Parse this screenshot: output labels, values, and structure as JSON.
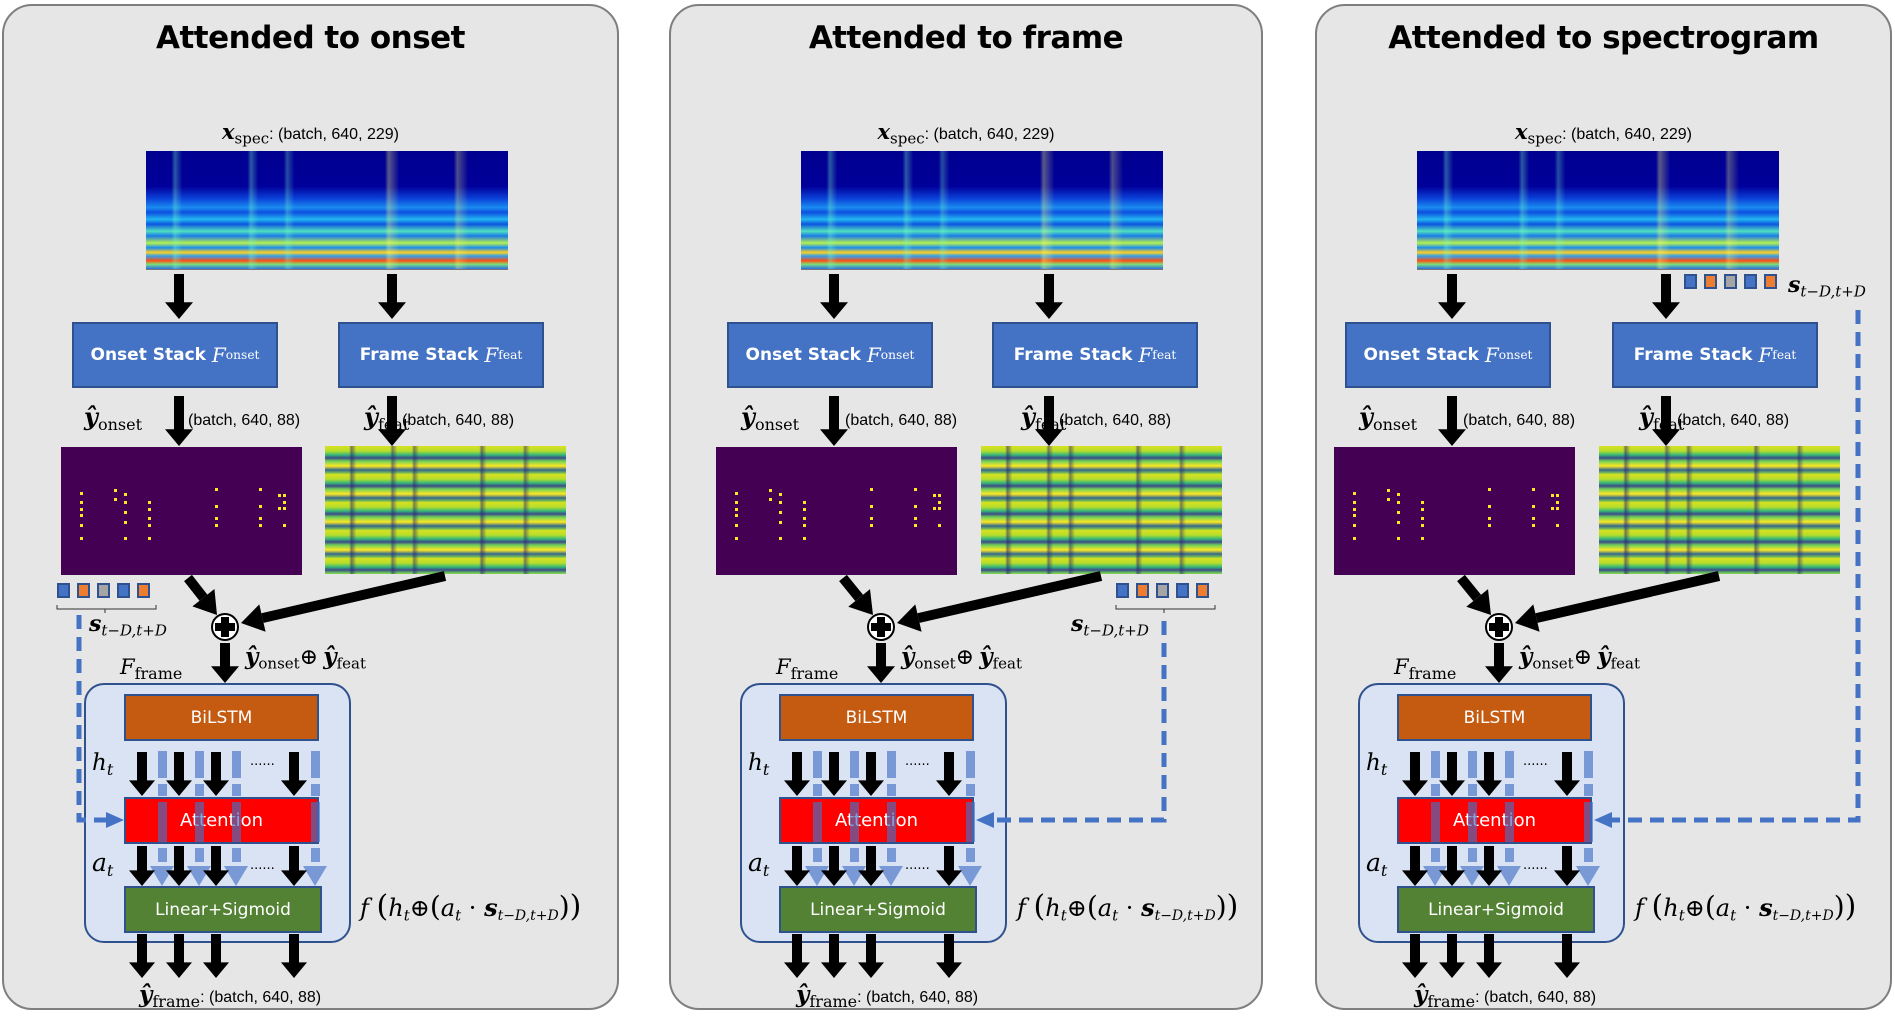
{
  "figure": {
    "panels": [
      {
        "id": "onset",
        "title": "Attended to onset",
        "input_label": {
          "symbol": "x",
          "subscript": "spec",
          "shape": "(batch, 640, 229)"
        },
        "onset_stack": {
          "label": "Onset Stack",
          "symbol": "F",
          "subscript": "onset"
        },
        "frame_stack": {
          "label": "Frame Stack",
          "symbol": "F",
          "subscript": "feat"
        },
        "onset_output": {
          "symbol": "ŷ",
          "subscript": "onset",
          "shape": "(batch, 640,  88)"
        },
        "feat_output": {
          "symbol": "ŷ",
          "subscript": "feat",
          "shape": "(batch, 640,  88)"
        },
        "concat_label": {
          "a": "ŷ",
          "a_sub": "onset",
          "op": "⊕",
          "b": "ŷ",
          "b_sub": "feat"
        },
        "frame_model_label": {
          "symbol": "F",
          "subscript": "frame"
        },
        "context_label": {
          "symbol": "s",
          "subscript": "t−D,t+D"
        },
        "context_source": "onset",
        "bilstm": "BiLSTM",
        "attention": "Attention",
        "linear": "Linear+Sigmoid",
        "h_label": {
          "symbol": "h",
          "subscript": "t"
        },
        "a_label": {
          "symbol": "a",
          "subscript": "t"
        },
        "ellipsis": "......",
        "formula": "f (h_t⊕(a_t · s_{t−D,t+D}))",
        "formula_parts": {
          "f": "f",
          "h": "h",
          "h_sub": "t",
          "op": "⊕",
          "a": "a",
          "a_sub": "t",
          "dot": "·",
          "s": "s",
          "s_sub": "t−D,t+D"
        },
        "output_label": {
          "symbol": "ŷ",
          "subscript": "frame",
          "shape": "(batch, 640, 88)"
        }
      },
      {
        "id": "frame",
        "title": "Attended to frame",
        "input_label": {
          "symbol": "x",
          "subscript": "spec",
          "shape": "(batch, 640, 229)"
        },
        "onset_stack": {
          "label": "Onset Stack",
          "symbol": "F",
          "subscript": "onset"
        },
        "frame_stack": {
          "label": "Frame Stack",
          "symbol": "F",
          "subscript": "feat"
        },
        "onset_output": {
          "symbol": "ŷ",
          "subscript": "onset",
          "shape": "(batch, 640,  88)"
        },
        "feat_output": {
          "symbol": "ŷ",
          "subscript": "feat",
          "shape": "(batch, 640,  88)"
        },
        "concat_label": {
          "a": "ŷ",
          "a_sub": "onset",
          "op": "⊕",
          "b": "ŷ",
          "b_sub": "feat"
        },
        "frame_model_label": {
          "symbol": "F",
          "subscript": "frame"
        },
        "context_label": {
          "symbol": "s",
          "subscript": "t−D,t+D"
        },
        "context_source": "frame",
        "bilstm": "BiLSTM",
        "attention": "Attention",
        "linear": "Linear+Sigmoid",
        "h_label": {
          "symbol": "h",
          "subscript": "t"
        },
        "a_label": {
          "symbol": "a",
          "subscript": "t"
        },
        "ellipsis": "......",
        "formula": "f (h_t⊕(a_t · s_{t−D,t+D}))",
        "formula_parts": {
          "f": "f",
          "h": "h",
          "h_sub": "t",
          "op": "⊕",
          "a": "a",
          "a_sub": "t",
          "dot": "·",
          "s": "s",
          "s_sub": "t−D,t+D"
        },
        "output_label": {
          "symbol": "ŷ",
          "subscript": "frame",
          "shape": "(batch, 640, 88)"
        }
      },
      {
        "id": "spectrogram",
        "title": "Attended to spectrogram",
        "input_label": {
          "symbol": "x",
          "subscript": "spec",
          "shape": "(batch, 640, 229)"
        },
        "onset_stack": {
          "label": "Onset Stack",
          "symbol": "F",
          "subscript": "onset"
        },
        "frame_stack": {
          "label": "Frame Stack",
          "symbol": "F",
          "subscript": "feat"
        },
        "onset_output": {
          "symbol": "ŷ",
          "subscript": "onset",
          "shape": "(batch, 640,  88)"
        },
        "feat_output": {
          "symbol": "ŷ",
          "subscript": "feat",
          "shape": "(batch, 640,  88)"
        },
        "concat_label": {
          "a": "ŷ",
          "a_sub": "onset",
          "op": "⊕",
          "b": "ŷ",
          "b_sub": "feat"
        },
        "frame_model_label": {
          "symbol": "F",
          "subscript": "frame"
        },
        "context_label": {
          "symbol": "s",
          "subscript": "t−D,t+D"
        },
        "context_source": "spectrogram",
        "bilstm": "BiLSTM",
        "attention": "Attention",
        "linear": "Linear+Sigmoid",
        "h_label": {
          "symbol": "h",
          "subscript": "t"
        },
        "a_label": {
          "symbol": "a",
          "subscript": "t"
        },
        "ellipsis": "......",
        "formula": "f (h_t⊕(a_t · s_{t−D,t+D}))",
        "formula_parts": {
          "f": "f",
          "h": "h",
          "h_sub": "t",
          "op": "⊕",
          "a": "a",
          "a_sub": "t",
          "dot": "·",
          "s": "s",
          "s_sub": "t−D,t+D"
        },
        "output_label": {
          "symbol": "ŷ",
          "subscript": "frame",
          "shape": "(batch, 640, 88)"
        }
      }
    ],
    "colors": {
      "panel_bg": "#e6e6e6",
      "stack_box": "#4472c4",
      "bilstm_box": "#c55a11",
      "attention_box": "#ff0000",
      "linear_box": "#548235",
      "frame_container": "#dae3f3",
      "context_blue": "#4472c4",
      "context_orange": "#ed7d31",
      "context_gray": "#a5a5a5",
      "onset_bg": "#440154"
    },
    "context_squares": [
      "blue",
      "orange",
      "gray",
      "blue",
      "orange"
    ]
  }
}
